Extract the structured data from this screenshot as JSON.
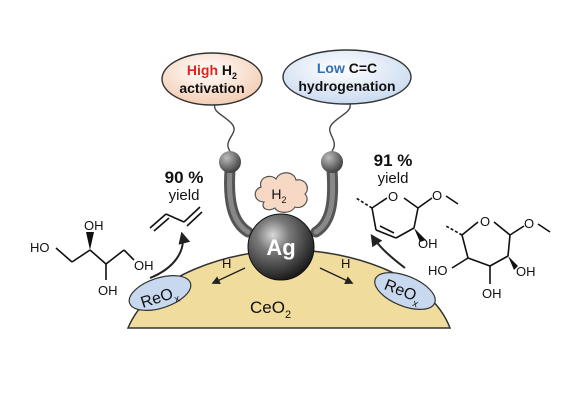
{
  "bubble_left": {
    "word1": "High",
    "sub": "H",
    "sub_index": "2",
    "line2": "activation",
    "word1_color": "#e0261b"
  },
  "bubble_right": {
    "word1": "Low",
    "word2": "C=C",
    "line2": "hydrogenation",
    "word1_color": "#2f6db5"
  },
  "yield_left": {
    "percent": "90 %",
    "label": "yield"
  },
  "yield_right": {
    "percent": "91 %",
    "label": "yield"
  },
  "h2_cloud": {
    "symbol": "H",
    "index": "2"
  },
  "silver": {
    "label": "Ag"
  },
  "support": {
    "symbol": "CeO",
    "index": "2"
  },
  "reox_left": {
    "label": "ReO",
    "index": "x"
  },
  "reox_right": {
    "label": "ReO",
    "index": "x"
  },
  "hydrogen_left": "H",
  "hydrogen_right": "H",
  "erythritol": {
    "oh1": "OH",
    "oh2": "HO",
    "oh3": "OH",
    "oh4": "OH"
  },
  "rhamnoside": {
    "oh1": "HO",
    "oh2": "OH",
    "oh3": "OH"
  },
  "product_glycal": {
    "oh": "OH"
  },
  "colors": {
    "support_fill": "#f0dc9c",
    "support_stroke": "#333333",
    "reox_fill": "#c8d8ef",
    "ag_dark": "#2b2b2b",
    "bubble_left_fill": "#f8dcc8",
    "bubble_right_fill": "#d8e4f4"
  }
}
